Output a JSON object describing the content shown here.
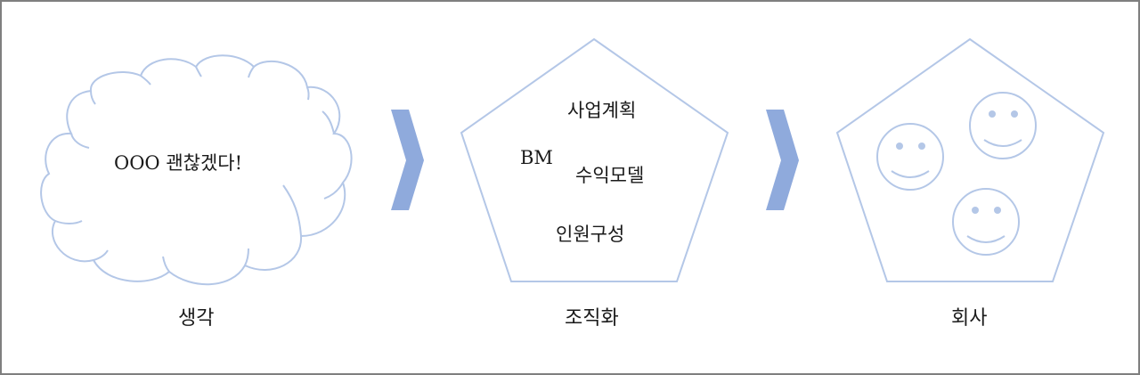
{
  "stages": [
    {
      "caption": "생각",
      "content": [
        "OOO 괜찮겠다!"
      ]
    },
    {
      "caption": "조직화",
      "content": [
        "사업계획",
        "BM",
        "수익모델",
        "인원구성"
      ]
    },
    {
      "caption": "회사",
      "content": []
    }
  ],
  "colors": {
    "shape_outline": "#b4c7e7",
    "arrow_fill": "#8faadc",
    "face_fill": "#b4c7e7",
    "frame_border": "#7f7f7f"
  },
  "icons": [
    "cloud-shape",
    "pentagon-shape",
    "chevron-arrow-icon",
    "smiley-face-icon"
  ]
}
